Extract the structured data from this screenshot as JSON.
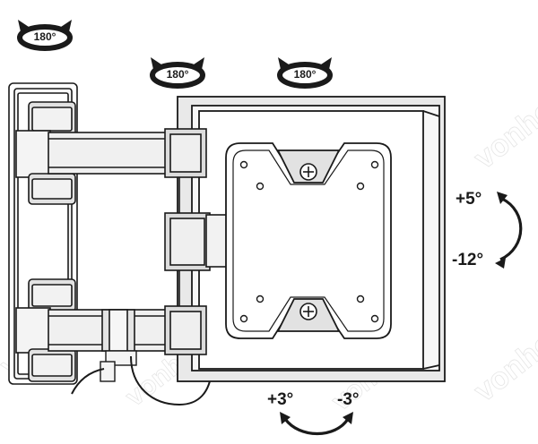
{
  "rotation_badges": [
    {
      "label": "180°"
    },
    {
      "label": "180°"
    },
    {
      "label": "180°"
    }
  ],
  "tilt": {
    "up": "+5°",
    "down": "-12°"
  },
  "swivel": {
    "left": "+3°",
    "right": "-3°"
  },
  "watermark": "vonho",
  "colors": {
    "line": "#1a1a1a",
    "fill_grey": "#e8e8e8",
    "fill_light": "#f4f4f4",
    "plate_dark": "#cfcfcf"
  }
}
